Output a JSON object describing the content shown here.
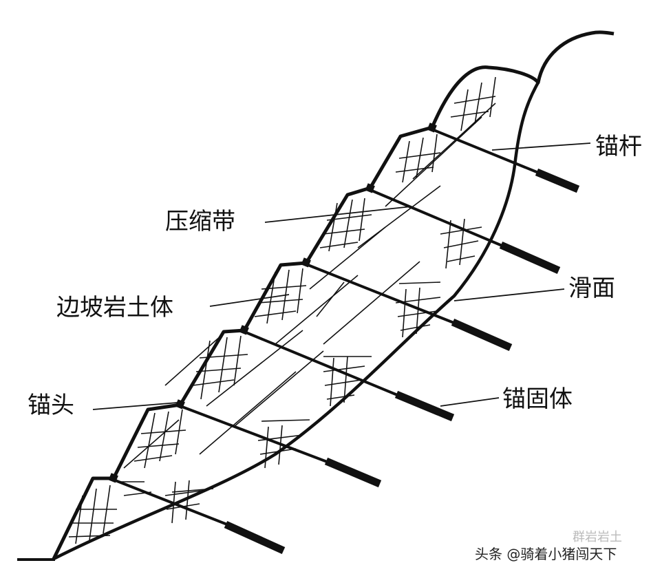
{
  "labels": {
    "anchor_rod": "锚杆",
    "compression_zone": "压缩带",
    "slide_surface": "滑面",
    "slope_mass": "边坡岩土体",
    "anchor_head": "锚头",
    "anchorage_body": "锚固体"
  },
  "watermark": {
    "text": "头条 @骑着小猪闯天下",
    "faint_text": "群岩岩土"
  },
  "colors": {
    "line": "#111111",
    "background": "#ffffff"
  }
}
